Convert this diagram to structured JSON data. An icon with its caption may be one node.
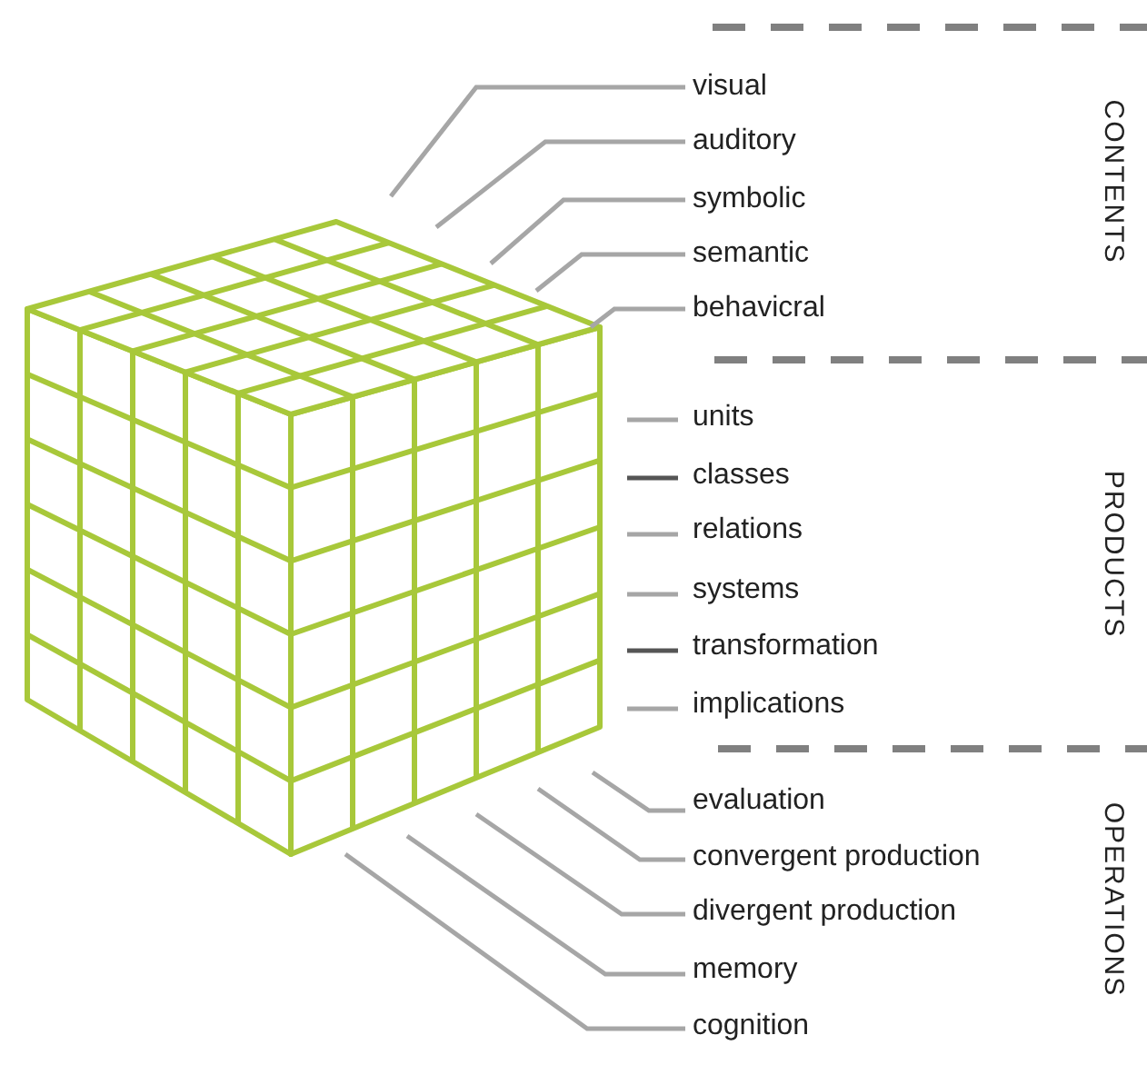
{
  "diagram": {
    "nodes": [
      {
        "text": [
          "visual"
        ]
      },
      {
        "text": [
          "auditory"
        ]
      },
      {
        "text": [
          "symbolic"
        ]
      },
      {
        "text": [
          "semantic"
        ]
      },
      {
        "text": [
          "behavicral"
        ]
      },
      {
        "text": [
          "units"
        ]
      },
      {
        "text": [
          "classes"
        ]
      },
      {
        "text": [
          "relations"
        ]
      },
      {
        "text": [
          "systems"
        ]
      },
      {
        "text": [
          "transformation"
        ]
      },
      {
        "text": [
          "implications"
        ]
      },
      {
        "text": [
          "evaluation"
        ]
      },
      {
        "text": [
          "convergent production"
        ]
      },
      {
        "text": [
          "divergent production"
        ]
      },
      {
        "text": [
          "memory"
        ]
      },
      {
        "text": [
          "cognition"
        ]
      }
    ],
    "edges": [
      {
        "from": 0,
        "to": null,
        "arrow": "none"
      },
      {
        "from": 1,
        "to": null,
        "arrow": "none"
      },
      {
        "from": 2,
        "to": null,
        "arrow": "none"
      },
      {
        "from": 3,
        "to": null,
        "arrow": "none"
      },
      {
        "from": 4,
        "to": null,
        "arrow": "none"
      },
      {
        "from": 5,
        "to": null,
        "arrow": "none"
      },
      {
        "from": 6,
        "to": null,
        "arrow": "none",
        "color": "#555555"
      },
      {
        "from": 7,
        "to": null,
        "arrow": "none"
      },
      {
        "from": 8,
        "to": null,
        "arrow": "none"
      },
      {
        "from": 9,
        "to": null,
        "arrow": "none",
        "color": "#555555"
      },
      {
        "from": 10,
        "to": null,
        "arrow": "none"
      },
      {
        "from": 11,
        "to": null,
        "arrow": "none"
      },
      {
        "from": 12,
        "to": null,
        "arrow": "none"
      },
      {
        "from": 13,
        "to": null,
        "arrow": "none"
      },
      {
        "from": 14,
        "to": null,
        "arrow": "none"
      },
      {
        "from": 15,
        "to": null,
        "arrow": "none"
      }
    ],
    "labels": [
      "CONTENTS",
      "PRODUCTS",
      "OPERATIONS"
    ]
  }
}
